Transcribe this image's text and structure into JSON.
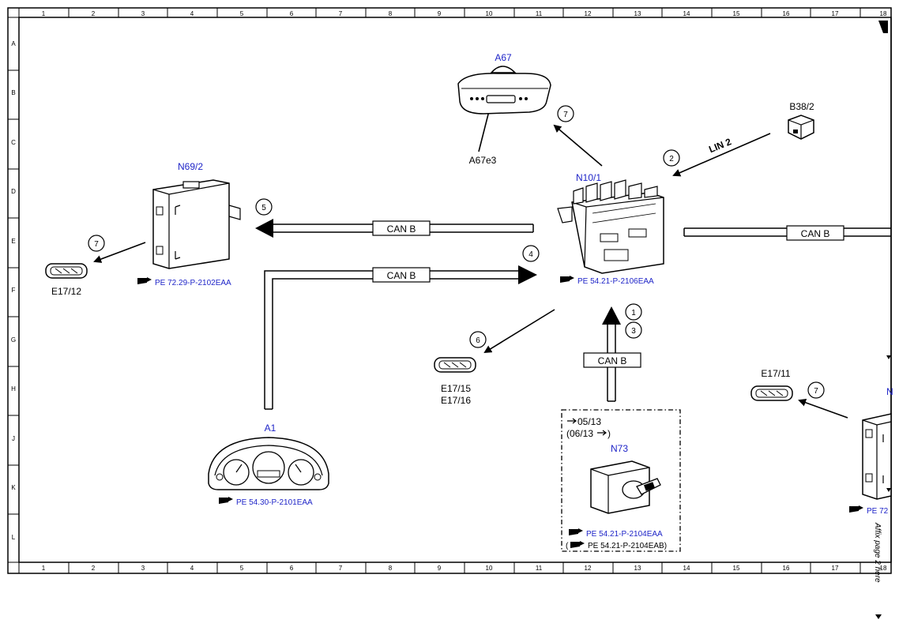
{
  "grid": {
    "columns": [
      "1",
      "2",
      "3",
      "4",
      "5",
      "6",
      "7",
      "8",
      "9",
      "10",
      "11",
      "12",
      "13",
      "14",
      "15",
      "16",
      "17",
      "18"
    ],
    "rows": [
      "A",
      "B",
      "C",
      "D",
      "E",
      "F",
      "G",
      "H",
      "J",
      "K",
      "L"
    ]
  },
  "components": {
    "a67": {
      "name": "A67",
      "part": "A67e3"
    },
    "n69_2": {
      "name": "N69/2",
      "ref": "PE 72.29-P-2102EAA"
    },
    "n10_1": {
      "name": "N10/1",
      "ref": "PE 54.21-P-2106EAA"
    },
    "b38_2": {
      "name": "B38/2"
    },
    "e17_12": {
      "name": "E17/12"
    },
    "e17_15": {
      "name": "E17/15",
      "name2": "E17/16"
    },
    "e17_11": {
      "name": "E17/11"
    },
    "a1": {
      "name": "A1",
      "ref": "PE 54.30-P-2101EAA"
    },
    "n73": {
      "name": "N73",
      "date1": "05/13",
      "date2_open": "(06/13",
      "date2_close": ")",
      "ref1": "PE 54.21-P-2104EAA",
      "ref2": "PE 54.21-P-2104EAB)",
      "ref2_open": "("
    },
    "partial_right": {
      "name": "N",
      "ref": "PE 72"
    }
  },
  "buses": {
    "can_b_1": "CAN B",
    "can_b_2": "CAN B",
    "can_b_3": "CAN B",
    "can_b_4": "CAN B",
    "lin": "LIN 2"
  },
  "steps": {
    "s1": "1",
    "s2": "2",
    "s3": "3",
    "s4": "4",
    "s5": "5",
    "s6": "6",
    "s7a": "7",
    "s7b": "7",
    "s7c": "7"
  },
  "affix_note": "Affix page 2 here"
}
